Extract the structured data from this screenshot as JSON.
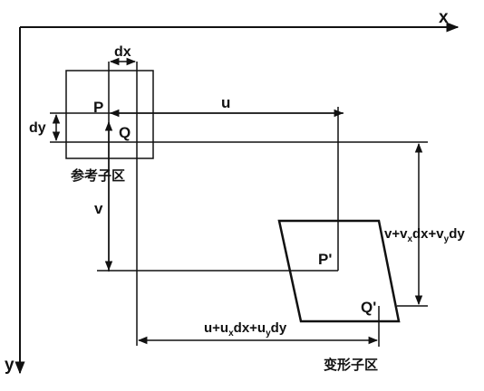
{
  "axes": {
    "x_label": "x",
    "y_label": "y"
  },
  "reference_subregion": {
    "caption": "参考子区",
    "point_p": "P",
    "point_q": "Q",
    "dx_label": "dx",
    "dy_label": "dy"
  },
  "deformed_subregion": {
    "caption": "变形子区",
    "point_p_prime": "P'",
    "point_q_prime": "Q'"
  },
  "dimensions": {
    "u_label": "u",
    "v_label": "v",
    "u_expr": {
      "base": "u+u",
      "s1": "x",
      "mid": "dx+u",
      "s2": "y",
      "tail": "dy"
    },
    "v_expr": {
      "base": "v+v",
      "s1": "x",
      "mid": "dx+v",
      "s2": "y",
      "tail": "dy"
    }
  }
}
